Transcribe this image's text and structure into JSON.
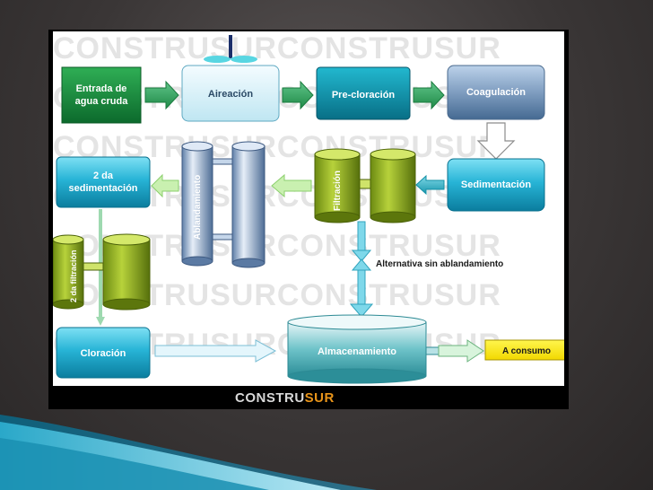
{
  "watermark": {
    "text": "CONSTRUSURCONSTRUSUR"
  },
  "boxes": {
    "entrada": {
      "line1": "Entrada de",
      "line2": "agua cruda"
    },
    "aireacion": "Aireación",
    "precloracion": "Pre-cloración",
    "coagulacion": "Coagulación",
    "sedimentacion": "Sedimentación",
    "segunda_sed": {
      "line1": "2 da",
      "line2": "sedimentación"
    },
    "cloracion": "Cloración",
    "almacenamiento": "Almacenamiento",
    "a_consumo": "A consumo"
  },
  "vertical_labels": {
    "ablandamiento": "Ablandamiento",
    "filtracion": "Filtración",
    "segunda_filtracion": "2 da filtración"
  },
  "notes": {
    "alternativa": "Alternativa sin ablandamiento"
  },
  "footer": {
    "brand_main": "CONSTRU",
    "brand_accent": "SUR"
  },
  "colors": {
    "green_dark": "#12833a",
    "cyan": "#1a9fc0",
    "teal": "#0f8ea6",
    "yellow": "#ffef00",
    "accent": "#e8941a"
  }
}
